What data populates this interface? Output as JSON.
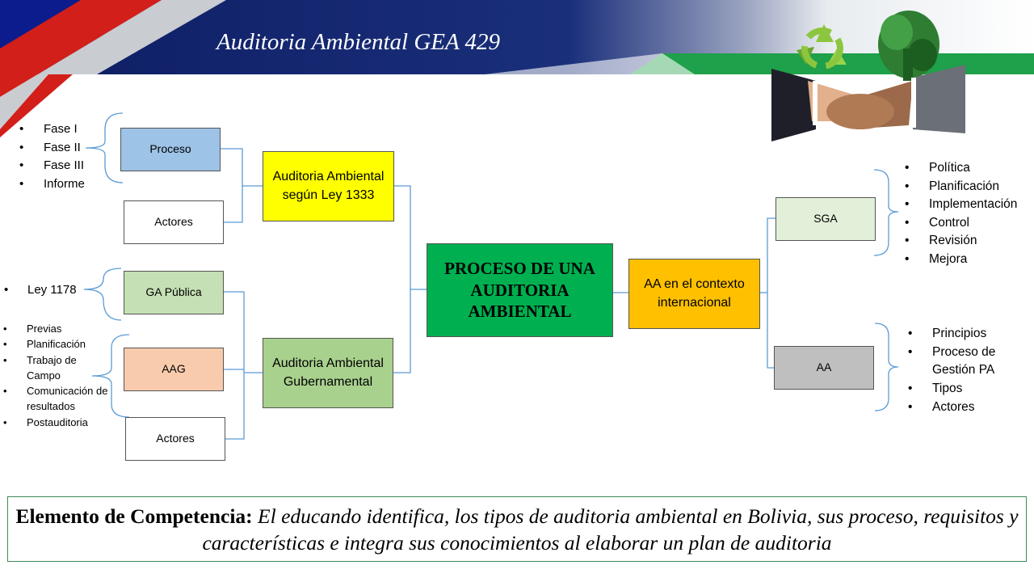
{
  "header": {
    "title": "Auditoria Ambiental GEA 429"
  },
  "diagram": {
    "center": "PROCESO DE UNA AUDITORIA AMBIENTAL",
    "left_top": {
      "main": "Auditoria Ambiental según Ley 1333",
      "proceso": "Proceso",
      "actores": "Actores",
      "fases": [
        "Fase I",
        "Fase II",
        "Fase III",
        "Informe"
      ]
    },
    "left_bottom": {
      "main": "Auditoria Ambiental Gubernamental",
      "ga_publica": "GA Pública",
      "aag": "AAG",
      "actores": "Actores",
      "ley_items": [
        "Ley 1178"
      ],
      "aag_items": [
        "Previas",
        "Planificación",
        "Trabajo de Campo",
        "Comunicación de resultados",
        "Postauditoria"
      ]
    },
    "right": {
      "main": "AA en el contexto internacional",
      "sga": "SGA",
      "aa": "AA",
      "sga_items": [
        "Política",
        "Planificación",
        "Implementación",
        "Control",
        "Revisión",
        "Mejora"
      ],
      "aa_items": [
        "Principios",
        "Proceso de Gestión PA",
        "Tipos",
        "Actores"
      ]
    }
  },
  "competencia": {
    "label": "Elemento de Competencia:",
    "text": "El educando identifica, los tipos de auditoria ambiental en Bolivia, sus proceso, requisitos y características e integra sus conocimientos al elaborar un plan de auditoria"
  },
  "colors": {
    "proceso": "#9dc3e6",
    "ley1333": "#ffff00",
    "center": "#00b050",
    "ga_publica": "#c5e0b4",
    "aag": "#f8cbad",
    "gubernamental": "#a9d18e",
    "internacional": "#ffc000",
    "sga": "#e2f0d9",
    "aa": "#bfbfbf",
    "connector": "#5b9bd5"
  }
}
